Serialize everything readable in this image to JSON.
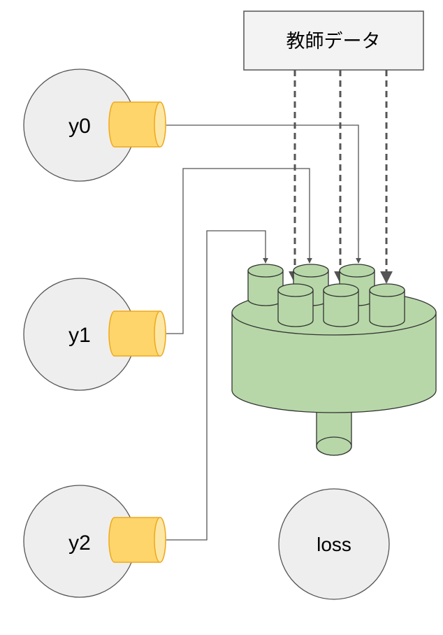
{
  "teacher_box": {
    "label": "教師データ"
  },
  "nodes": [
    {
      "id": "y0",
      "label": "y0"
    },
    {
      "id": "y1",
      "label": "y1"
    },
    {
      "id": "y2",
      "label": "y2"
    }
  ],
  "loss_node": {
    "label": "loss"
  },
  "colors": {
    "node_fill": "#eeeeee",
    "node_stroke": "#555555",
    "output_fill": "#fdd56b",
    "output_stroke": "#f0a81a",
    "loss_fn_fill": "#b7d7a8",
    "loss_fn_stroke": "#333333",
    "teacher_fill": "#f3f3f3",
    "connector": "#555555",
    "dashed": "#555555"
  }
}
